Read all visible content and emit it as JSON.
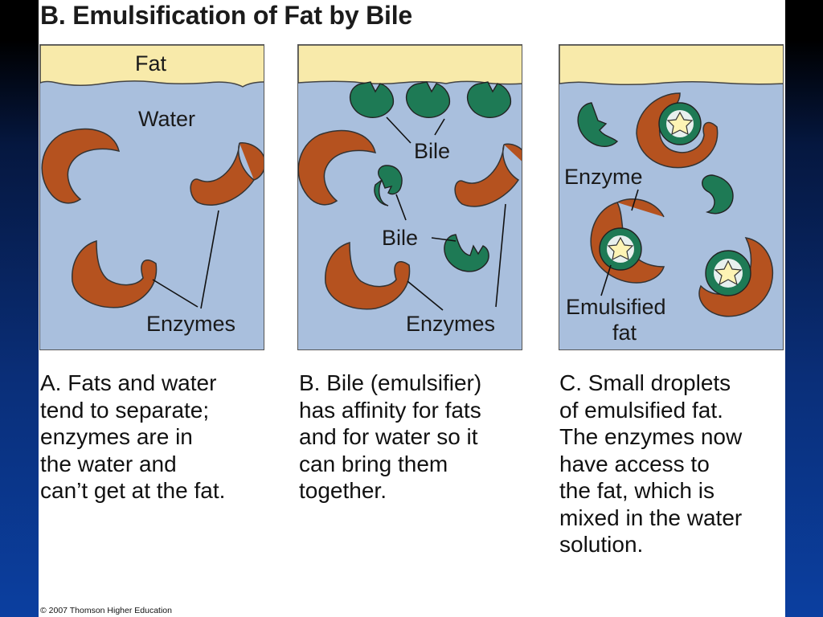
{
  "title": "B. Emulsification of Fat by Bile",
  "colors": {
    "fat": "#f8eaaa",
    "water": "#a9bfdd",
    "enzyme": "#b5521f",
    "bile": "#1e7a55",
    "droplet": "#fdf3b4"
  },
  "panels": [
    {
      "labels": {
        "fat": "Fat",
        "water": "Water",
        "enzymes": "Enzymes"
      }
    },
    {
      "labels": {
        "bile_top": "Bile",
        "bile_mid": "Bile",
        "enzymes": "Enzymes"
      }
    },
    {
      "labels": {
        "enzyme": "Enzyme",
        "emulsified_1": "Emulsified",
        "emulsified_2": "fat"
      }
    }
  ],
  "captions": [
    [
      "A. Fats and water",
      "tend to separate;",
      "enzymes are in",
      "the water and",
      "can’t get at the fat."
    ],
    [
      "B. Bile (emulsifier)",
      "has affinity for fats",
      "and for water so it",
      "can bring them",
      "together."
    ],
    [
      "C. Small droplets",
      "of emulsified fat.",
      "The enzymes now",
      "have access to",
      "the fat, which is",
      "mixed in the water",
      "solution."
    ]
  ],
  "copyright": "© 2007 Thomson Higher Education"
}
